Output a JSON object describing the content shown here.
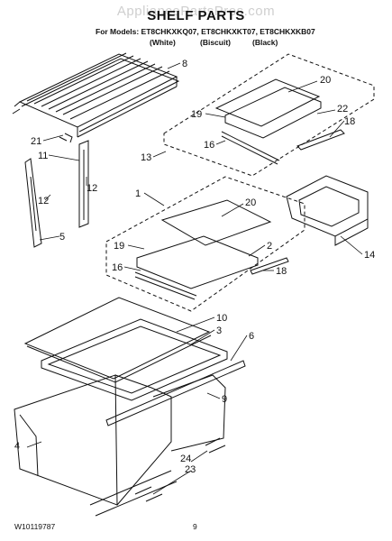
{
  "watermark": "AppliancePartsPros.com",
  "title": "SHELF PARTS",
  "models_line": "For Models: ET8CHKXKQ07, ET8CHKXKT07, ET8CHKXKB07",
  "colors": [
    "(White)",
    "(Biscuit)",
    "(Black)"
  ],
  "footer": {
    "doc_number": "W10119787",
    "page_number": "9"
  },
  "callouts": [
    "8",
    "21",
    "11",
    "12",
    "12",
    "5",
    "13",
    "20",
    "19",
    "22",
    "18",
    "16",
    "1",
    "20",
    "19",
    "2",
    "16",
    "18",
    "14",
    "10",
    "3",
    "6",
    "9",
    "4",
    "24",
    "23"
  ]
}
